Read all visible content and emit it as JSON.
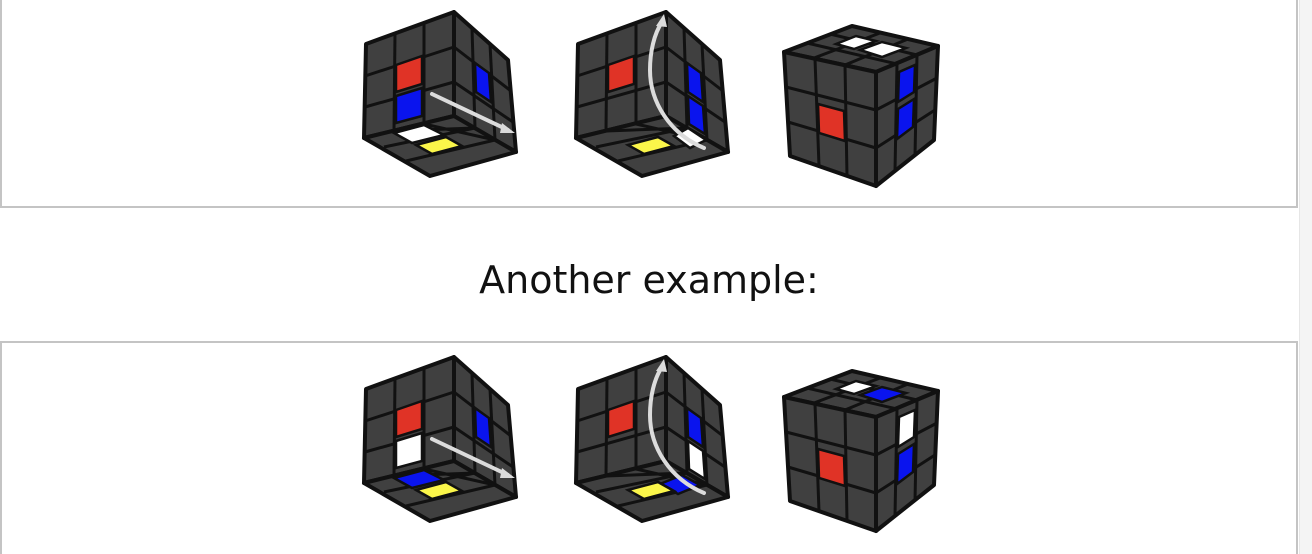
{
  "caption": {
    "text": "Another example:"
  },
  "colors": {
    "body": "#404040",
    "edge": "#111111",
    "red": "#e03326",
    "blue": "#0a14ee",
    "white": "#ffffff",
    "yellow": "#fbf64a",
    "arrow": "#dcdcdc"
  },
  "figures": [
    {
      "name": "example-one",
      "steps": [
        {
          "cube": "front-bottom-view",
          "arrow": "diagonal-arrow",
          "stickers": [
            "red",
            "blue",
            "white",
            "yellow",
            "blue"
          ]
        },
        {
          "cube": "front-bottom-view",
          "arrow": "curved-arrow",
          "stickers": [
            "red",
            "blue",
            "white",
            "yellow",
            "blue"
          ]
        },
        {
          "cube": "top-view",
          "arrow": "",
          "stickers": [
            "white",
            "white",
            "red",
            "blue",
            "blue"
          ]
        }
      ]
    },
    {
      "name": "example-two",
      "steps": [
        {
          "cube": "front-bottom-view",
          "arrow": "diagonal-arrow",
          "stickers": [
            "red",
            "white",
            "blue",
            "yellow",
            "blue"
          ]
        },
        {
          "cube": "front-bottom-view",
          "arrow": "curved-arrow",
          "stickers": [
            "red",
            "white",
            "blue",
            "yellow",
            "blue"
          ]
        },
        {
          "cube": "top-view",
          "arrow": "",
          "stickers": [
            "white",
            "blue",
            "red",
            "white",
            "blue"
          ]
        }
      ]
    }
  ]
}
